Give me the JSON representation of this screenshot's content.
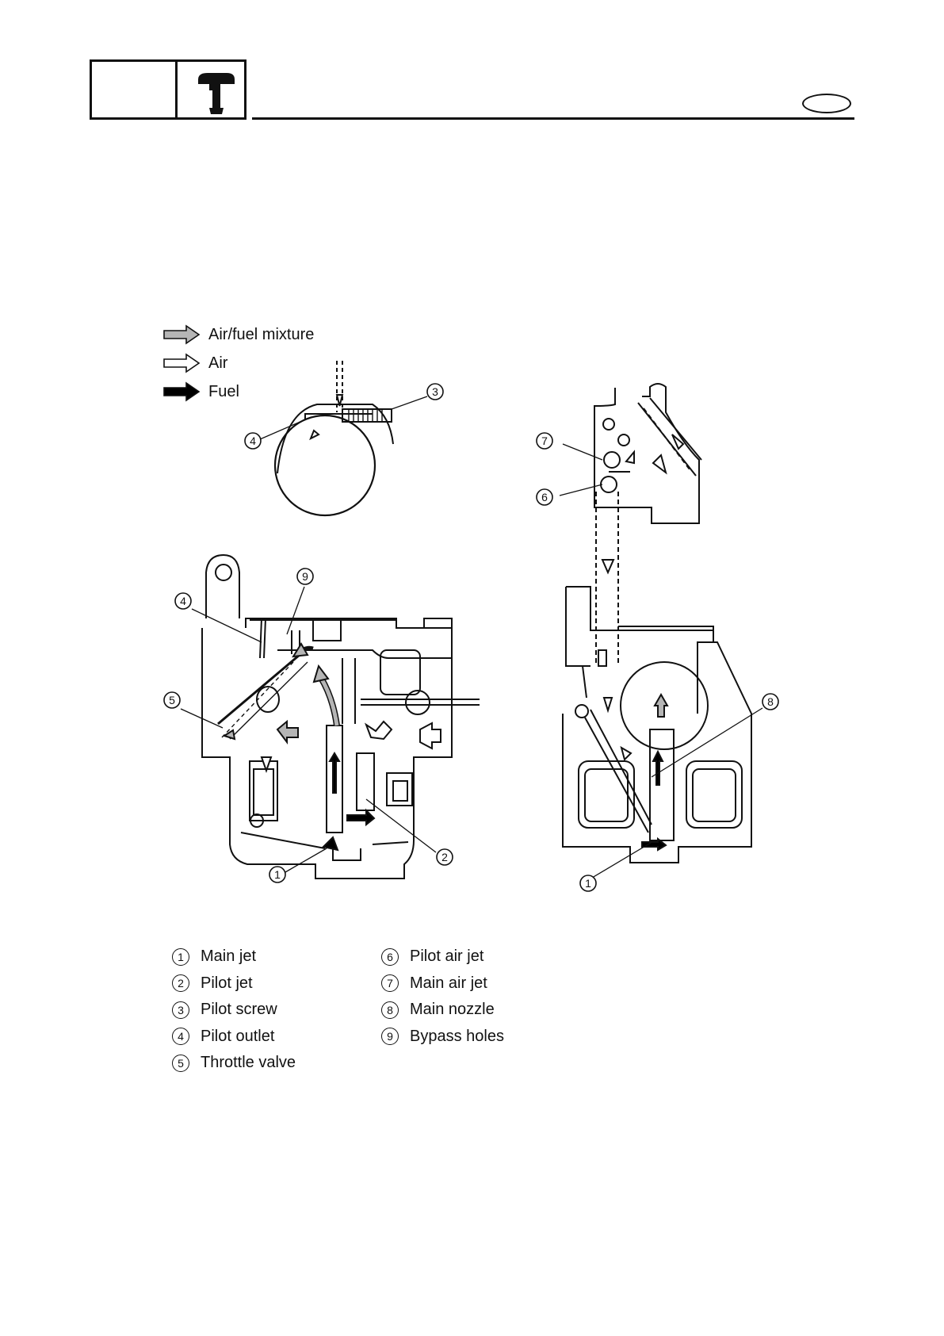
{
  "legend": [
    {
      "label": "Air/fuel mixture",
      "fill": "#b5b5b5"
    },
    {
      "label": "Air",
      "fill": "#ffffff"
    },
    {
      "label": "Fuel",
      "fill": "#000000"
    }
  ],
  "callouts": {
    "c1a": "1",
    "c1b": "1",
    "c2": "2",
    "c3": "3",
    "c4a": "4",
    "c4b": "4",
    "c5": "5",
    "c6": "6",
    "c7": "7",
    "c8": "8",
    "c9": "9"
  },
  "parts": {
    "left": [
      {
        "num": "1",
        "label": "Main jet"
      },
      {
        "num": "2",
        "label": "Pilot jet"
      },
      {
        "num": "3",
        "label": "Pilot screw"
      },
      {
        "num": "4",
        "label": "Pilot outlet"
      },
      {
        "num": "5",
        "label": "Throttle valve"
      }
    ],
    "right": [
      {
        "num": "6",
        "label": "Pilot air jet"
      },
      {
        "num": "7",
        "label": "Main air jet"
      },
      {
        "num": "8",
        "label": "Main nozzle"
      },
      {
        "num": "9",
        "label": "Bypass holes"
      }
    ]
  },
  "colors": {
    "ink": "#111111",
    "mixture": "#b5b5b5",
    "air": "#ffffff",
    "fuel": "#000000"
  }
}
